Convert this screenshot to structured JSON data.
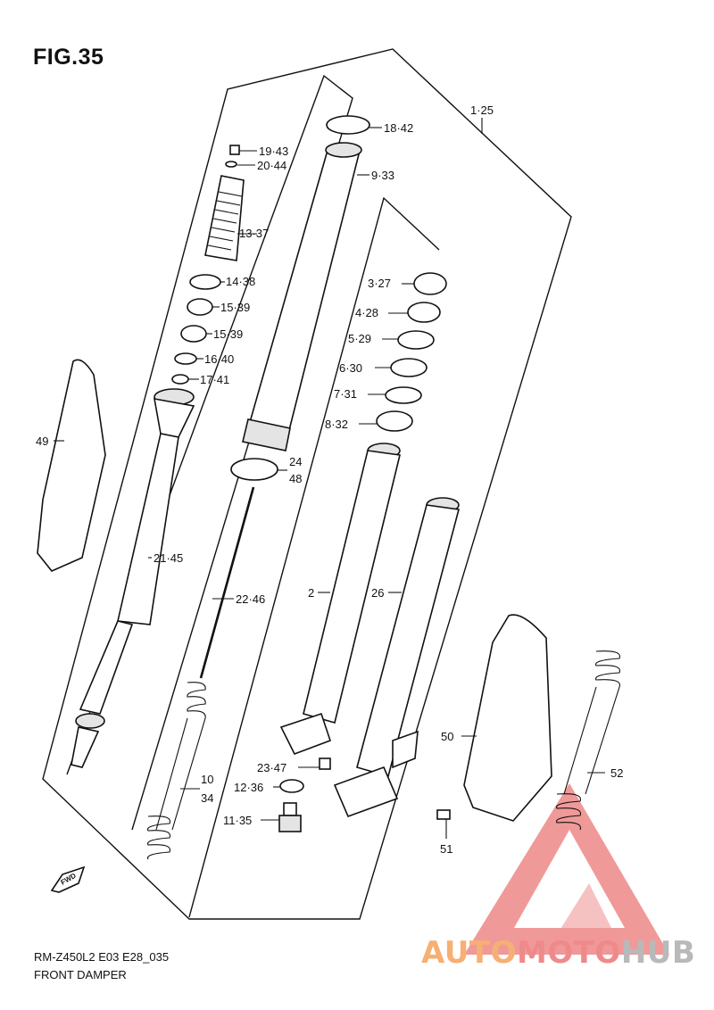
{
  "figure": {
    "title": "FIG.35",
    "model_code": "RM-Z450L2 E03 E28_035",
    "section": "FRONT DAMPER"
  },
  "callouts": {
    "c1": "1·25",
    "c18": "18·42",
    "c19": "19·43",
    "c20": "20·44",
    "c9": "9·33",
    "c13": "13·37",
    "c14": "14·38",
    "c15a": "15·39",
    "c15b": "15·39",
    "c16": "16·40",
    "c17": "17·41",
    "c3": "3·27",
    "c4": "4·28",
    "c5": "5·29",
    "c6": "6·30",
    "c7": "7·31",
    "c8": "8·32",
    "c49": "49",
    "c24a": "24",
    "c24b": "48",
    "c21": "21·45",
    "c22": "22·46",
    "c2": "2",
    "c26": "26",
    "c50": "50",
    "c23": "23·47",
    "c52": "52",
    "c10a": "10",
    "c10b": "34",
    "c12": "12·36",
    "c11": "11·35",
    "c51": "51"
  },
  "fwd_label": "FWD",
  "watermark": {
    "part_a": "AUTO",
    "part_b": "MOTO",
    "part_c": "HUB",
    "colors": {
      "a": "#f6b073",
      "b": "#ef8a8a",
      "c": "#b9b9b9",
      "triangle": "#ec7777"
    }
  }
}
